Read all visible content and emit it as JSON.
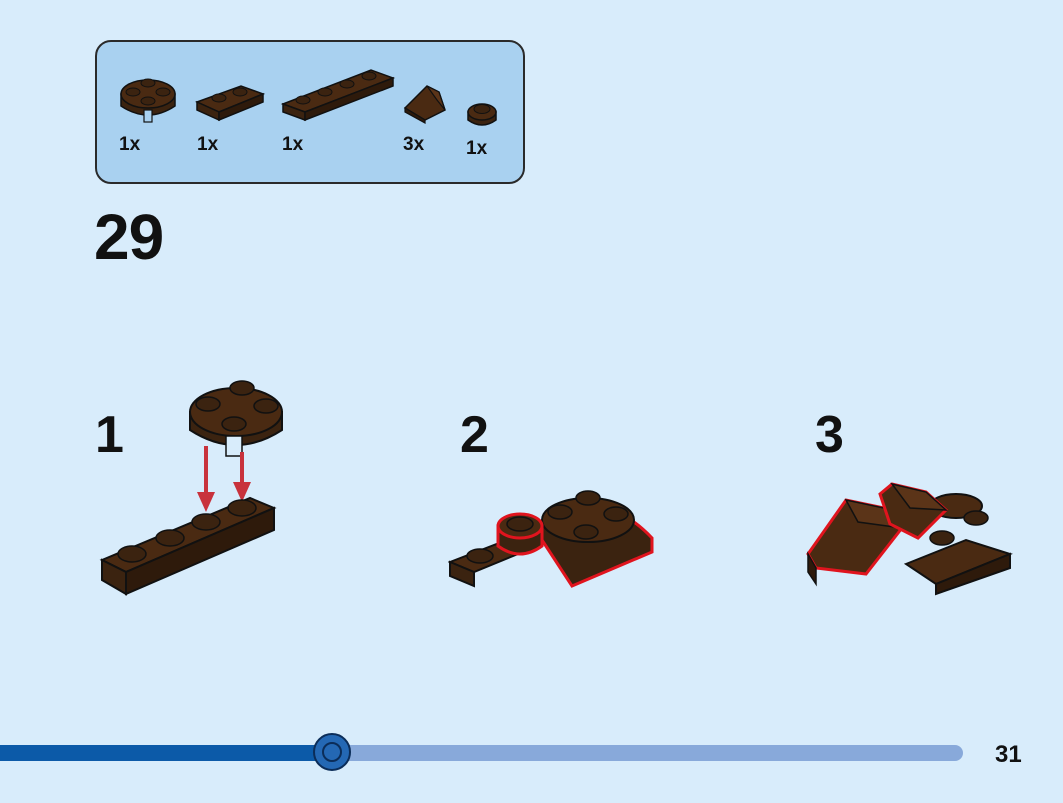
{
  "parts": {
    "items": [
      {
        "icon": "round-plate-2x2-icon",
        "quantity": "1x"
      },
      {
        "icon": "plate-1x2-icon",
        "quantity": "1x"
      },
      {
        "icon": "plate-1x4-icon",
        "quantity": "1x"
      },
      {
        "icon": "slope-wedge-icon",
        "quantity": "3x"
      },
      {
        "icon": "round-plate-1x1-icon",
        "quantity": "1x"
      }
    ]
  },
  "step": {
    "number": "29",
    "substeps": [
      "1",
      "2",
      "3"
    ]
  },
  "progress": {
    "fraction": 0.345
  },
  "page": {
    "number": "31"
  },
  "colors": {
    "background": "#d8ecfb",
    "parts_box": "#a9d1f0",
    "brick": "#4a2a12",
    "highlight": "#e0141e",
    "arrow": "#c8323c",
    "progress_fill": "#0c5aa8",
    "progress_track": "#88a9da"
  }
}
